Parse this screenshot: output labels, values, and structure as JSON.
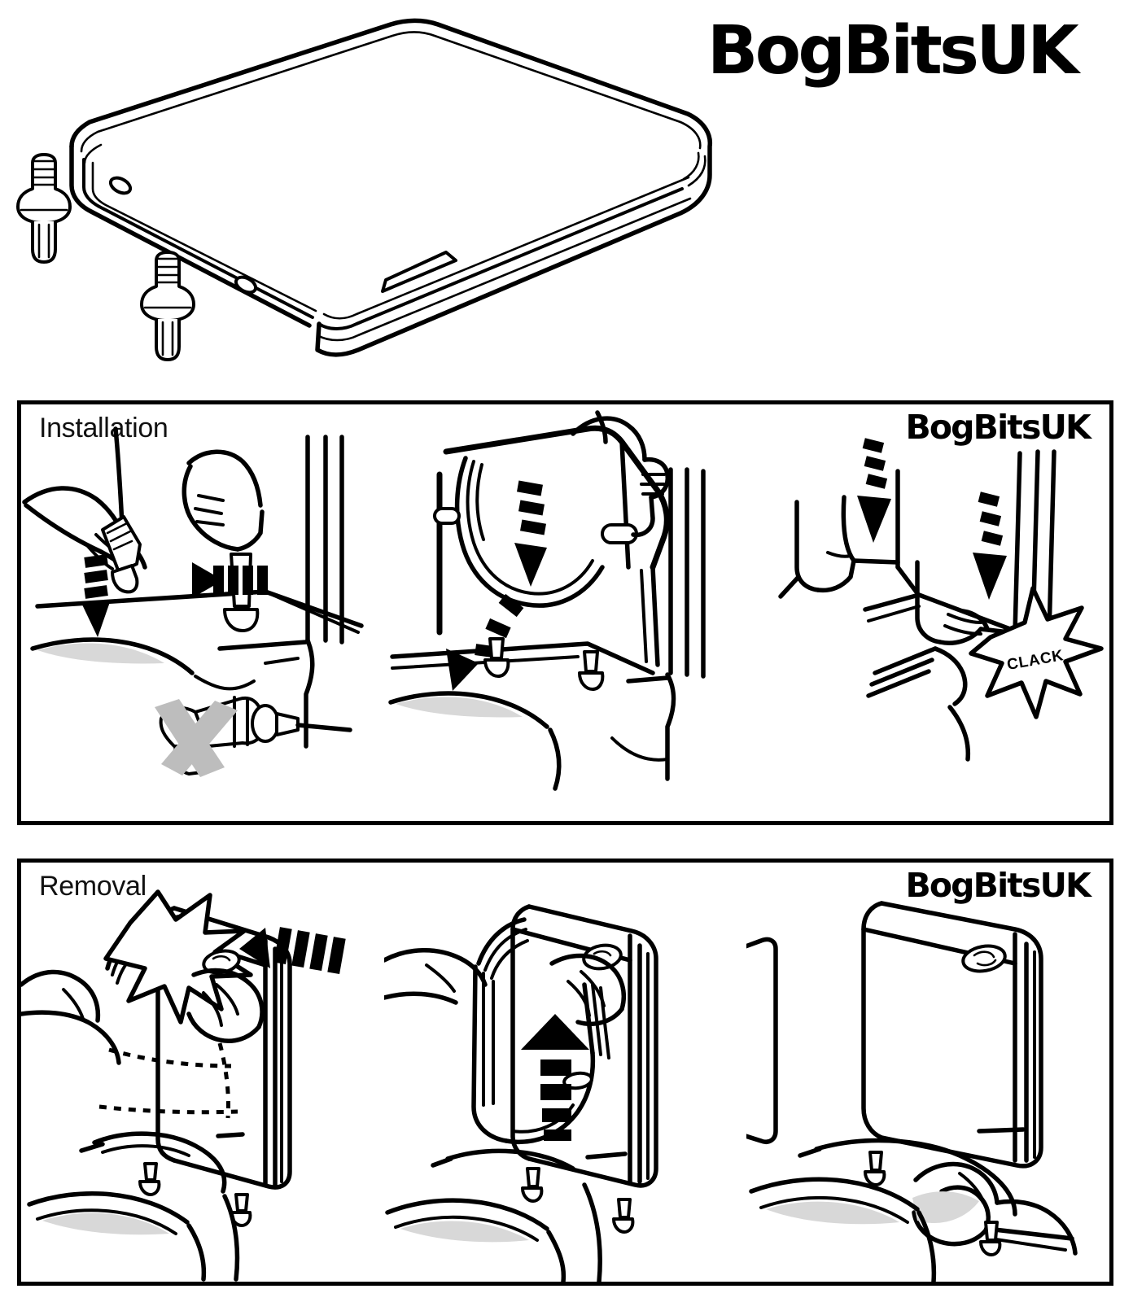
{
  "brand": {
    "name": "BogBitsUK",
    "logo_main": "BogBitsUK",
    "logo_install_panel": "BogBitsUK",
    "logo_removal_panel": "BogBitsUK"
  },
  "hero": {
    "caption": "",
    "subject": "square soft-close toilet seat with two quick-release hinge fixing pins",
    "parts": [
      {
        "name": "toilet-seat-lid"
      },
      {
        "name": "hinge-fixing-pin-upper"
      },
      {
        "name": "hinge-fixing-pin-lower"
      }
    ]
  },
  "panels": [
    {
      "id": "install",
      "title": "Installation",
      "logo": "BogBitsUK",
      "steps": [
        {
          "id": "install-step-1",
          "name": "insert-fixing-pins",
          "description": "Insert and hand-tighten the two fixing pins into the pan holes",
          "arrows": [
            "down-striped",
            "up-striped"
          ],
          "warning": {
            "symbol": "X",
            "color": "#bdbdbd",
            "meaning": "do not use a power drill"
          }
        },
        {
          "id": "install-step-2",
          "name": "lower-seat-onto-pins",
          "description": "Lower the seat hinges down over the fitted pins",
          "arrows": [
            "down-dashed",
            "curved-down-dashed"
          ]
        },
        {
          "id": "install-step-3",
          "name": "press-until-click",
          "description": "Press down firmly on both hinges until they lock",
          "arrows": [
            "down-striped",
            "down-striped"
          ],
          "sound_effect": "CLACK"
        }
      ]
    },
    {
      "id": "removal",
      "title": "Removal",
      "logo": "BogBitsUK",
      "steps": [
        {
          "id": "removal-step-1",
          "name": "press-release-buttons",
          "description": "Press the quick-release buttons on both hinges",
          "arrows": [
            "left-striped"
          ],
          "hidden_outline": "dotted"
        },
        {
          "id": "removal-step-2",
          "name": "lift-seat-off",
          "description": "Lift the seat straight up off the fixing pins",
          "arrows": [
            "up-striped"
          ]
        },
        {
          "id": "removal-step-3",
          "name": "clean-pan-area",
          "description": "Wipe and clean the exposed pan and pin area",
          "arrows": []
        }
      ]
    }
  ],
  "colors": {
    "ink": "#000000",
    "paper": "#ffffff",
    "warning_grey": "#bdbdbd",
    "shadow_grey": "#d8d8d8"
  }
}
